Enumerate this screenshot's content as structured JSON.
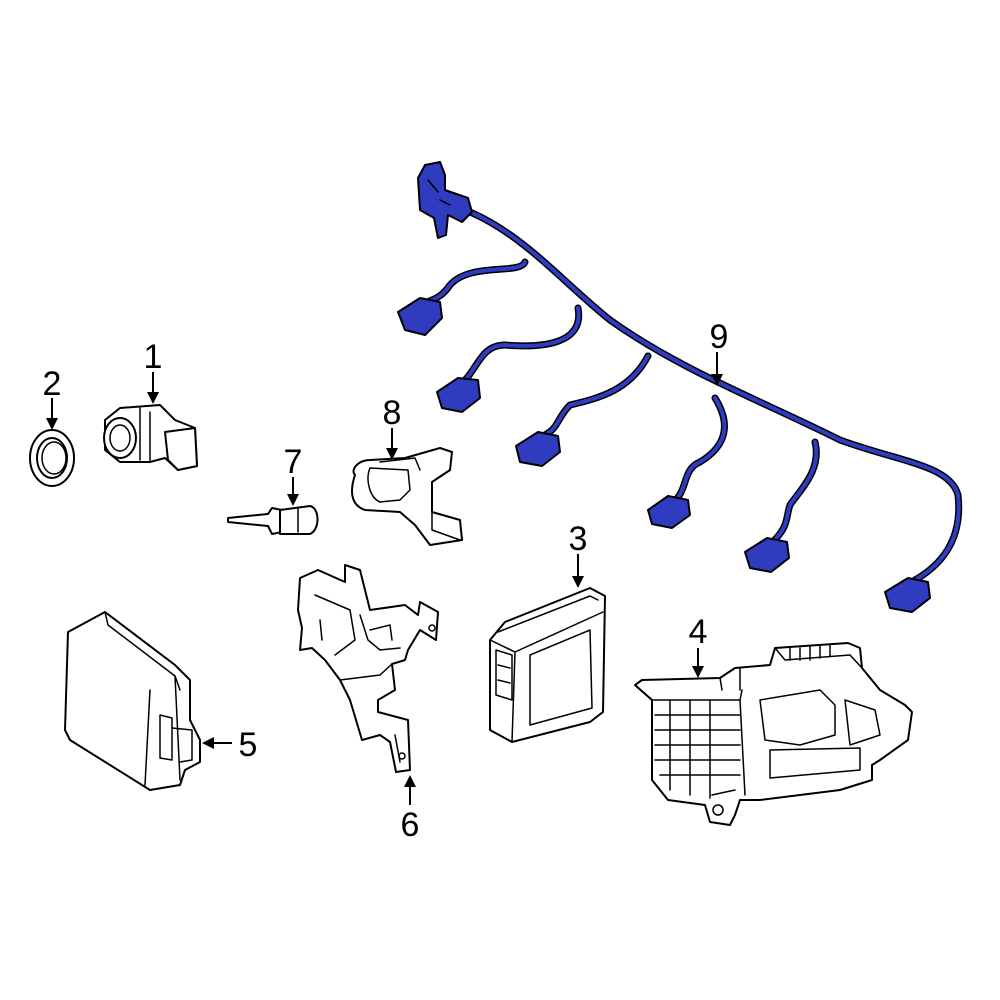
{
  "colors": {
    "highlight": "#2f3cc0",
    "outline": "#000000",
    "background": "#ffffff"
  },
  "callouts": {
    "c1": "1",
    "c2": "2",
    "c3": "3",
    "c4": "4",
    "c5": "5",
    "c6": "6",
    "c7": "7",
    "c8": "8",
    "c9": "9"
  }
}
